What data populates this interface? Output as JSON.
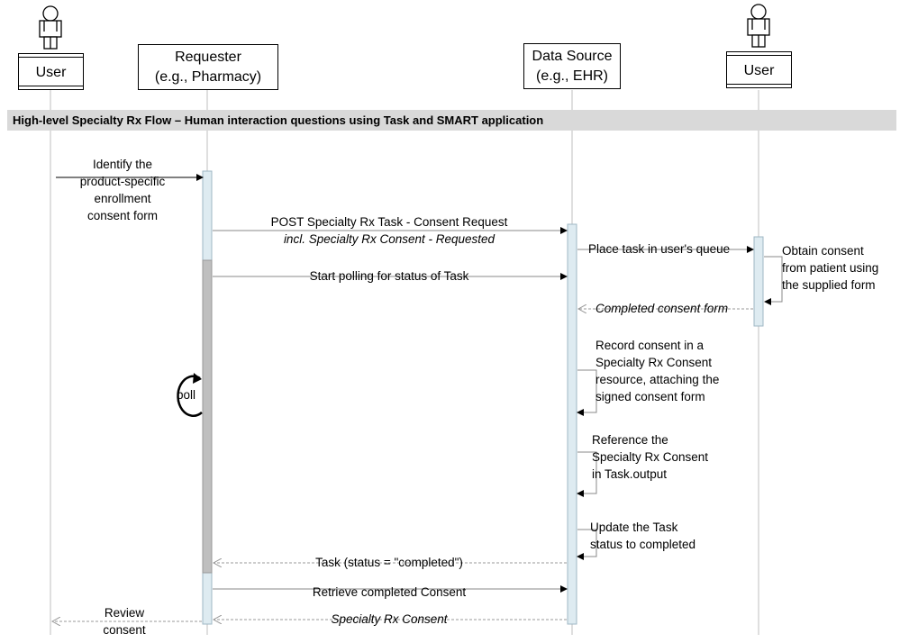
{
  "participants": {
    "user_left": {
      "label": "User"
    },
    "requester": {
      "line1": "Requester",
      "line2": "(e.g., Pharmacy)"
    },
    "data_source": {
      "line1": "Data Source",
      "line2": "(e.g., EHR)"
    },
    "user_right": {
      "label": "User"
    }
  },
  "banner": "High-level Specialty Rx Flow – Human interaction questions using Task and SMART application",
  "messages": {
    "identify": [
      "Identify the",
      "product-specific",
      "enrollment",
      "consent form"
    ],
    "post_task": [
      "POST Specialty Rx Task - Consent Request",
      "incl. Specialty Rx Consent - Requested"
    ],
    "place_task": "Place task in user's queue",
    "obtain": [
      "Obtain consent",
      "from patient using",
      "the supplied form"
    ],
    "start_polling": "Start polling for status of Task",
    "completed_form": "Completed consent form",
    "poll": "poll",
    "record": [
      "Record consent in a",
      "Specialty Rx Consent",
      "resource, attaching the",
      "signed consent form"
    ],
    "reference": [
      "Reference the",
      "Specialty Rx Consent",
      "in Task.output"
    ],
    "update": [
      "Update the Task",
      "status to completed"
    ],
    "task_status": "Task (status = \"completed\")",
    "retrieve": "Retrieve completed Consent",
    "specialty_consent": "Specialty Rx Consent",
    "review": [
      "Review",
      "consent"
    ]
  },
  "colors": {
    "activation_fill": "#deebf1",
    "activation_border": "#9fb7c4",
    "polling_fill": "#bfbfbf",
    "lifeline": "#bfbfbf",
    "banner_fill": "#d9d9d9"
  }
}
